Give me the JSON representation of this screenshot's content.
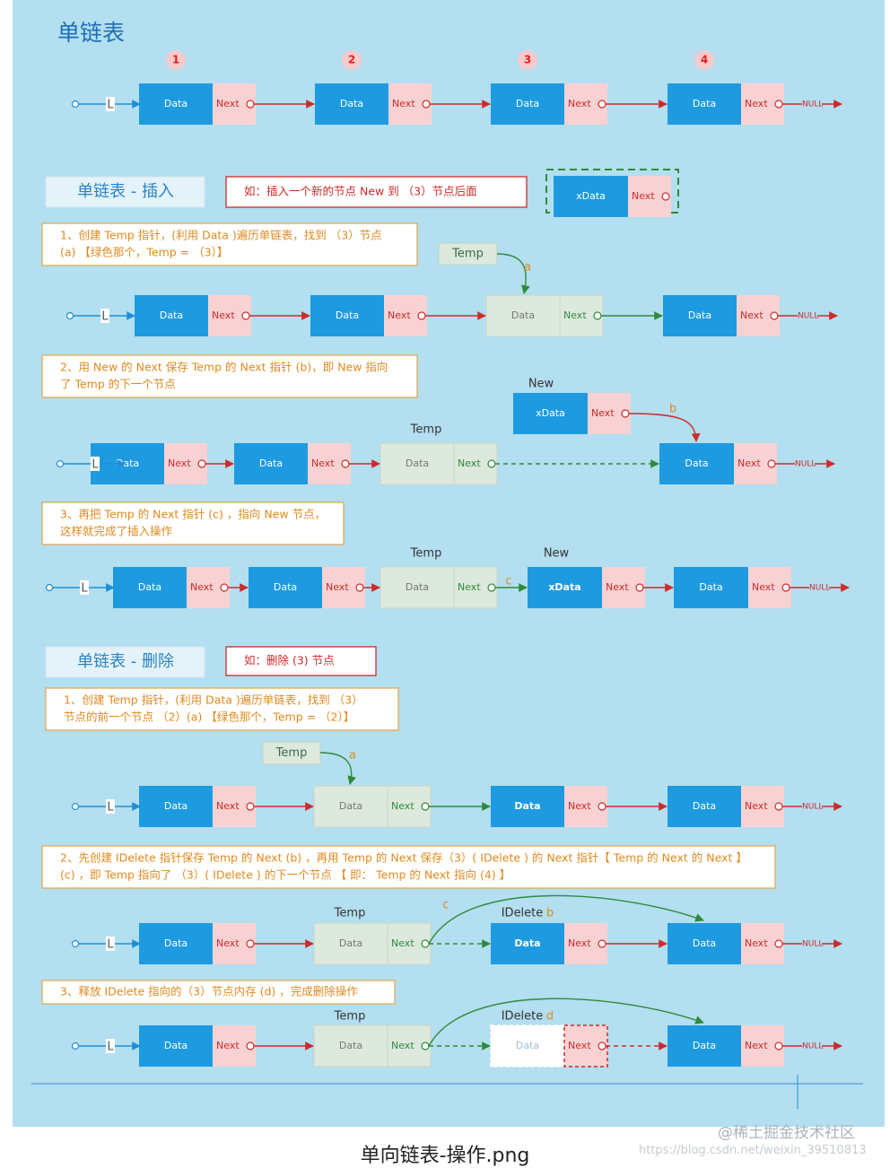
{
  "title": "单链表",
  "caption": "单向链表-操作.png",
  "watermark": "@稀土掘金技术社区",
  "watermark_url": "https://blog.csdn.net/weixin_39510813",
  "labels": {
    "data": "Data",
    "next": "Next",
    "null": "NULL",
    "head": "L",
    "xdata": "xData",
    "temp": "Temp",
    "new": "New",
    "idelete": "IDelete",
    "mark_a": "a",
    "mark_b": "b",
    "mark_c": "c",
    "mark_d": "d"
  },
  "node_numbers": [
    "1",
    "2",
    "3",
    "4"
  ],
  "insert": {
    "heading": "单链表 - 插入",
    "example": "如：插入一个新的节点 New 到 （3）节点后面",
    "step1_line1": "1、创建 Temp 指针，(利用 Data )遍历单链表，找到 （3）节点",
    "step1_line2": "(a) 【绿色那个，Temp = （3）】",
    "step2_line1": "2、用 New 的 Next 保存 Temp 的 Next 指针 (b)，即 New 指向",
    "step2_line2": "了 Temp  的下一个节点",
    "step3_line1": "3、再把 Temp 的 Next 指针 (c) ，指向 New 节点，",
    "step3_line2": "这样就完成了插入操作"
  },
  "delete": {
    "heading": "单链表 - 删除",
    "example": "如：删除 (3) 节点",
    "step1_line1": "1、创建 Temp 指针，(利用 Data )遍历单链表，找到 （3）",
    "step1_line2": "节点的前一个节点 （2）(a) 【绿色那个，Temp = （2）】",
    "step2_line1": "2、先创建 IDelete 指针保存 Temp 的 Next (b) ，再用 Temp 的 Next 保存（3）( IDelete ) 的 Next 指针【 Temp 的 Next 的 Next 】",
    "step2_line2": "(c) ，即 Temp 指向了 （3）( IDelete ) 的下一个节点 【 即： Temp 的 Next 指向 (4) 】",
    "step3_line1": "3、释放 IDelete 指向的（3）节点内存 (d) ，完成删除操作"
  },
  "colors": {
    "background": "#b3dff0",
    "data_blue": "#1e9be0",
    "next_pink": "#f8d2d2",
    "temp_green": "#dde9dc",
    "arrow_red": "#cc2b2b",
    "arrow_green": "#2f8a3c",
    "text_orange": "#e08a1e",
    "title_blue": "#1c6fb6"
  }
}
